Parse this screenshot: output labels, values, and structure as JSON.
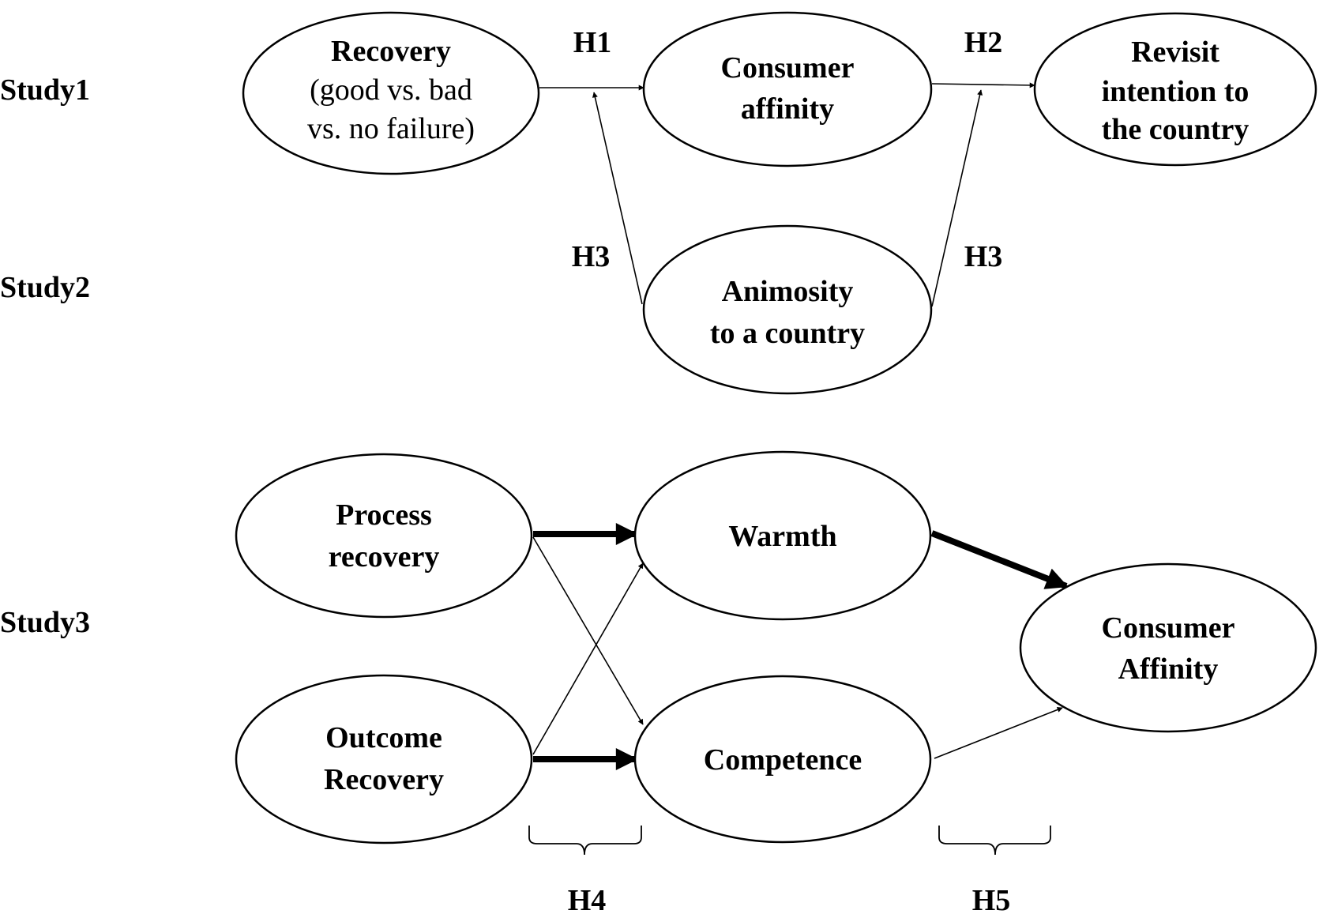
{
  "studies": {
    "s1": "Study1",
    "s2": "Study2",
    "s3": "Study3"
  },
  "nodes": {
    "recovery": {
      "line1": "Recovery",
      "line2": "(good vs. bad",
      "line3": "vs. no failure)"
    },
    "consumer_affinity": {
      "line1": "Consumer",
      "line2": "affinity"
    },
    "revisit": {
      "line1": "Revisit",
      "line2": "intention to",
      "line3": "the country"
    },
    "animosity": {
      "line1": "Animosity",
      "line2": "to a country"
    },
    "process_recovery": {
      "line1": "Process",
      "line2": "recovery"
    },
    "outcome_recovery": {
      "line1": "Outcome",
      "line2": "Recovery"
    },
    "warmth": {
      "line1": "Warmth"
    },
    "competence": {
      "line1": "Competence"
    },
    "consumer_affinity_3": {
      "line1": "Consumer",
      "line2": "Affinity"
    }
  },
  "hypotheses": {
    "h1": "H1",
    "h2": "H2",
    "h3_left": "H3",
    "h3_right": "H3",
    "h4": "H4",
    "h5": "H5"
  }
}
